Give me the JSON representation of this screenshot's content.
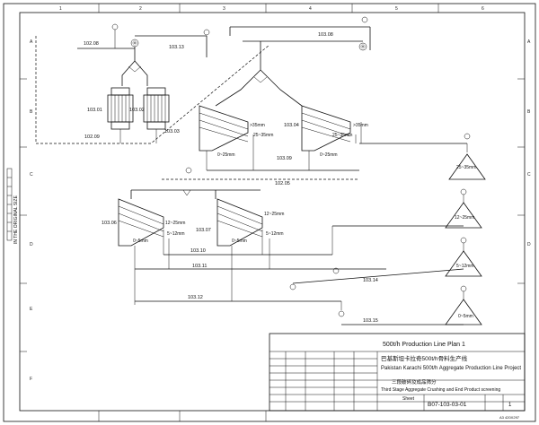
{
  "grid": {
    "columns": [
      "1",
      "2",
      "3",
      "4",
      "5",
      "6"
    ],
    "rows": [
      "A",
      "B",
      "C",
      "D",
      "E",
      "F"
    ]
  },
  "side_label": "IN THE ORIGINAL SIZE",
  "diagram": {
    "conveyors": [
      "102.08",
      "103.13",
      "102.09",
      "103.08",
      "103.09",
      "102.05",
      "103.10",
      "103.11",
      "103.12",
      "103.14",
      "103.15"
    ],
    "crushers": [
      "103.01",
      "103.02"
    ],
    "screens": [
      "103.03",
      "103.04",
      "103.06",
      "103.07"
    ],
    "screen_outputs": {
      "s1": [
        ">35mm",
        "25~35mm",
        "0~25mm"
      ],
      "s2": [
        ">35mm",
        "25~35mm",
        "0~25mm"
      ],
      "s3": [
        "12~25mm",
        "5~12mm",
        "0~5mm"
      ],
      "s4": [
        "12~25mm",
        "5~12mm",
        "0~5mm"
      ]
    },
    "piles": [
      "25~35mm",
      "12~25mm",
      "5~12mm",
      "0~5mm"
    ],
    "node_marks": [
      "Ⓜ",
      "Ⓜ",
      "Ⓜ",
      "Ⓜ",
      "Ⓜ",
      "Ⓜ",
      "Ⓜ",
      "Ⓜ",
      "Ⓜ",
      "Ⓜ",
      "Ⓜ",
      "Ⓜ"
    ]
  },
  "title_block": {
    "line1": "500t/h Production Line Plan 1",
    "line2": "巴基斯坦卡拉奇500t/h骨料生产线",
    "line3": "Pakistan Karachi 500t/h Aggregate Production Line Project",
    "line4": "三段破碎及成品筛分",
    "line5": "Third Stage Aggregate Crushing and End Product screening",
    "line6": "Sheet",
    "drawing_no": "B07-103-03-01",
    "sheet_no": "1",
    "footer_note": "A3 420X297"
  }
}
